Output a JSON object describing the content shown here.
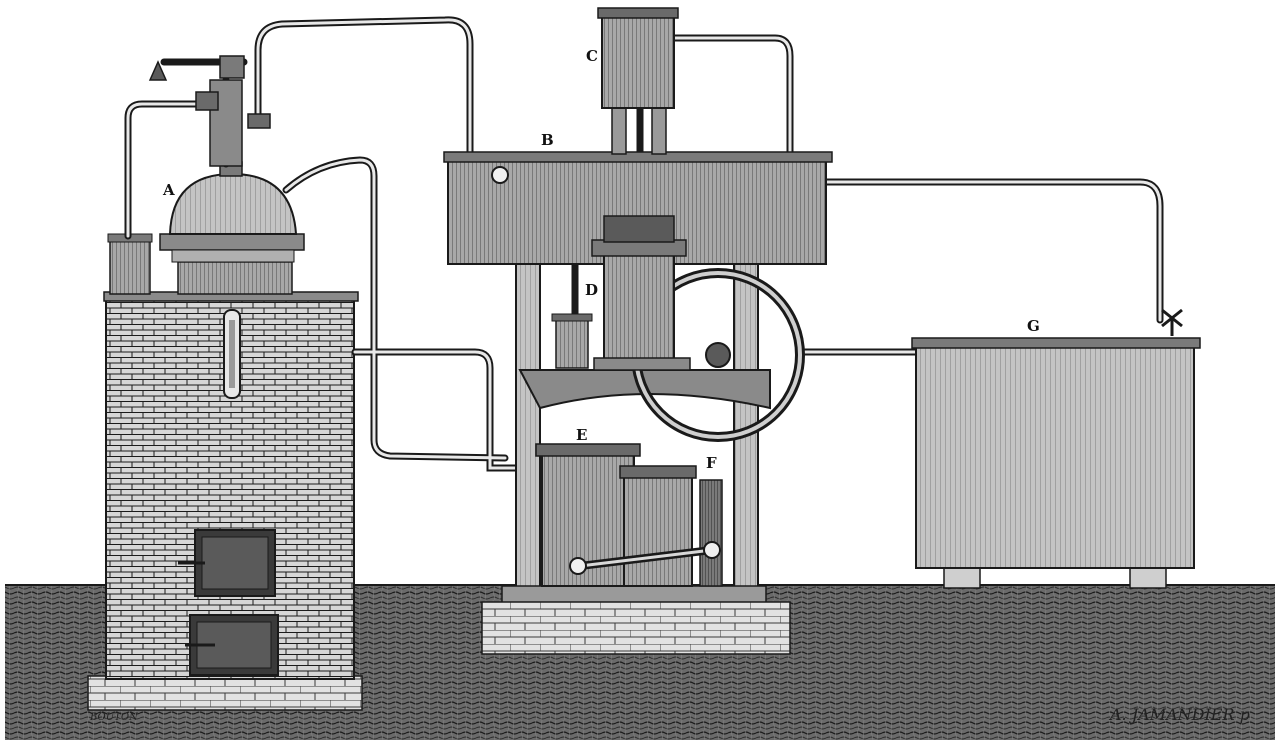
{
  "labels": {
    "A": "A",
    "B": "B",
    "C": "C",
    "D": "D",
    "E": "E",
    "F": "F",
    "G": "G"
  },
  "signatures": {
    "left": "BOUTON",
    "right": "A. JAMANDIER p"
  },
  "colors": {
    "ink": "#1a1a1a",
    "paper": "#ffffff",
    "metal": "#9a9a9a",
    "metal_dark": "#5a5a5a",
    "brick": "#cfcfcf",
    "ground": "#4a4a4a"
  }
}
